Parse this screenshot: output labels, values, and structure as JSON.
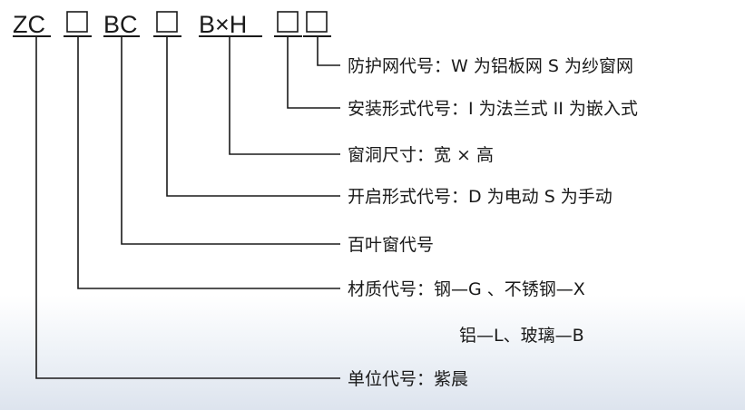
{
  "code_parts": [
    {
      "id": "zc",
      "text": "ZC"
    },
    {
      "id": "box1",
      "text": ""
    },
    {
      "id": "bc",
      "text": "BC"
    },
    {
      "id": "box2",
      "text": ""
    },
    {
      "id": "bxh",
      "text": "B×H"
    },
    {
      "id": "box3",
      "text": ""
    },
    {
      "id": "box4",
      "text": ""
    }
  ],
  "labels": [
    "防护网代号：W 为铝板网 S 为纱窗网",
    "安装形式代号：I 为法兰式 II 为嵌入式",
    "窗洞尺寸：宽 × 高",
    "开启形式代号：D 为电动   S 为手动",
    "百叶窗代号",
    "材质代号：钢—G 、不锈钢—X",
    "铝—L、玻璃—B",
    "单位代号：紫晨"
  ]
}
